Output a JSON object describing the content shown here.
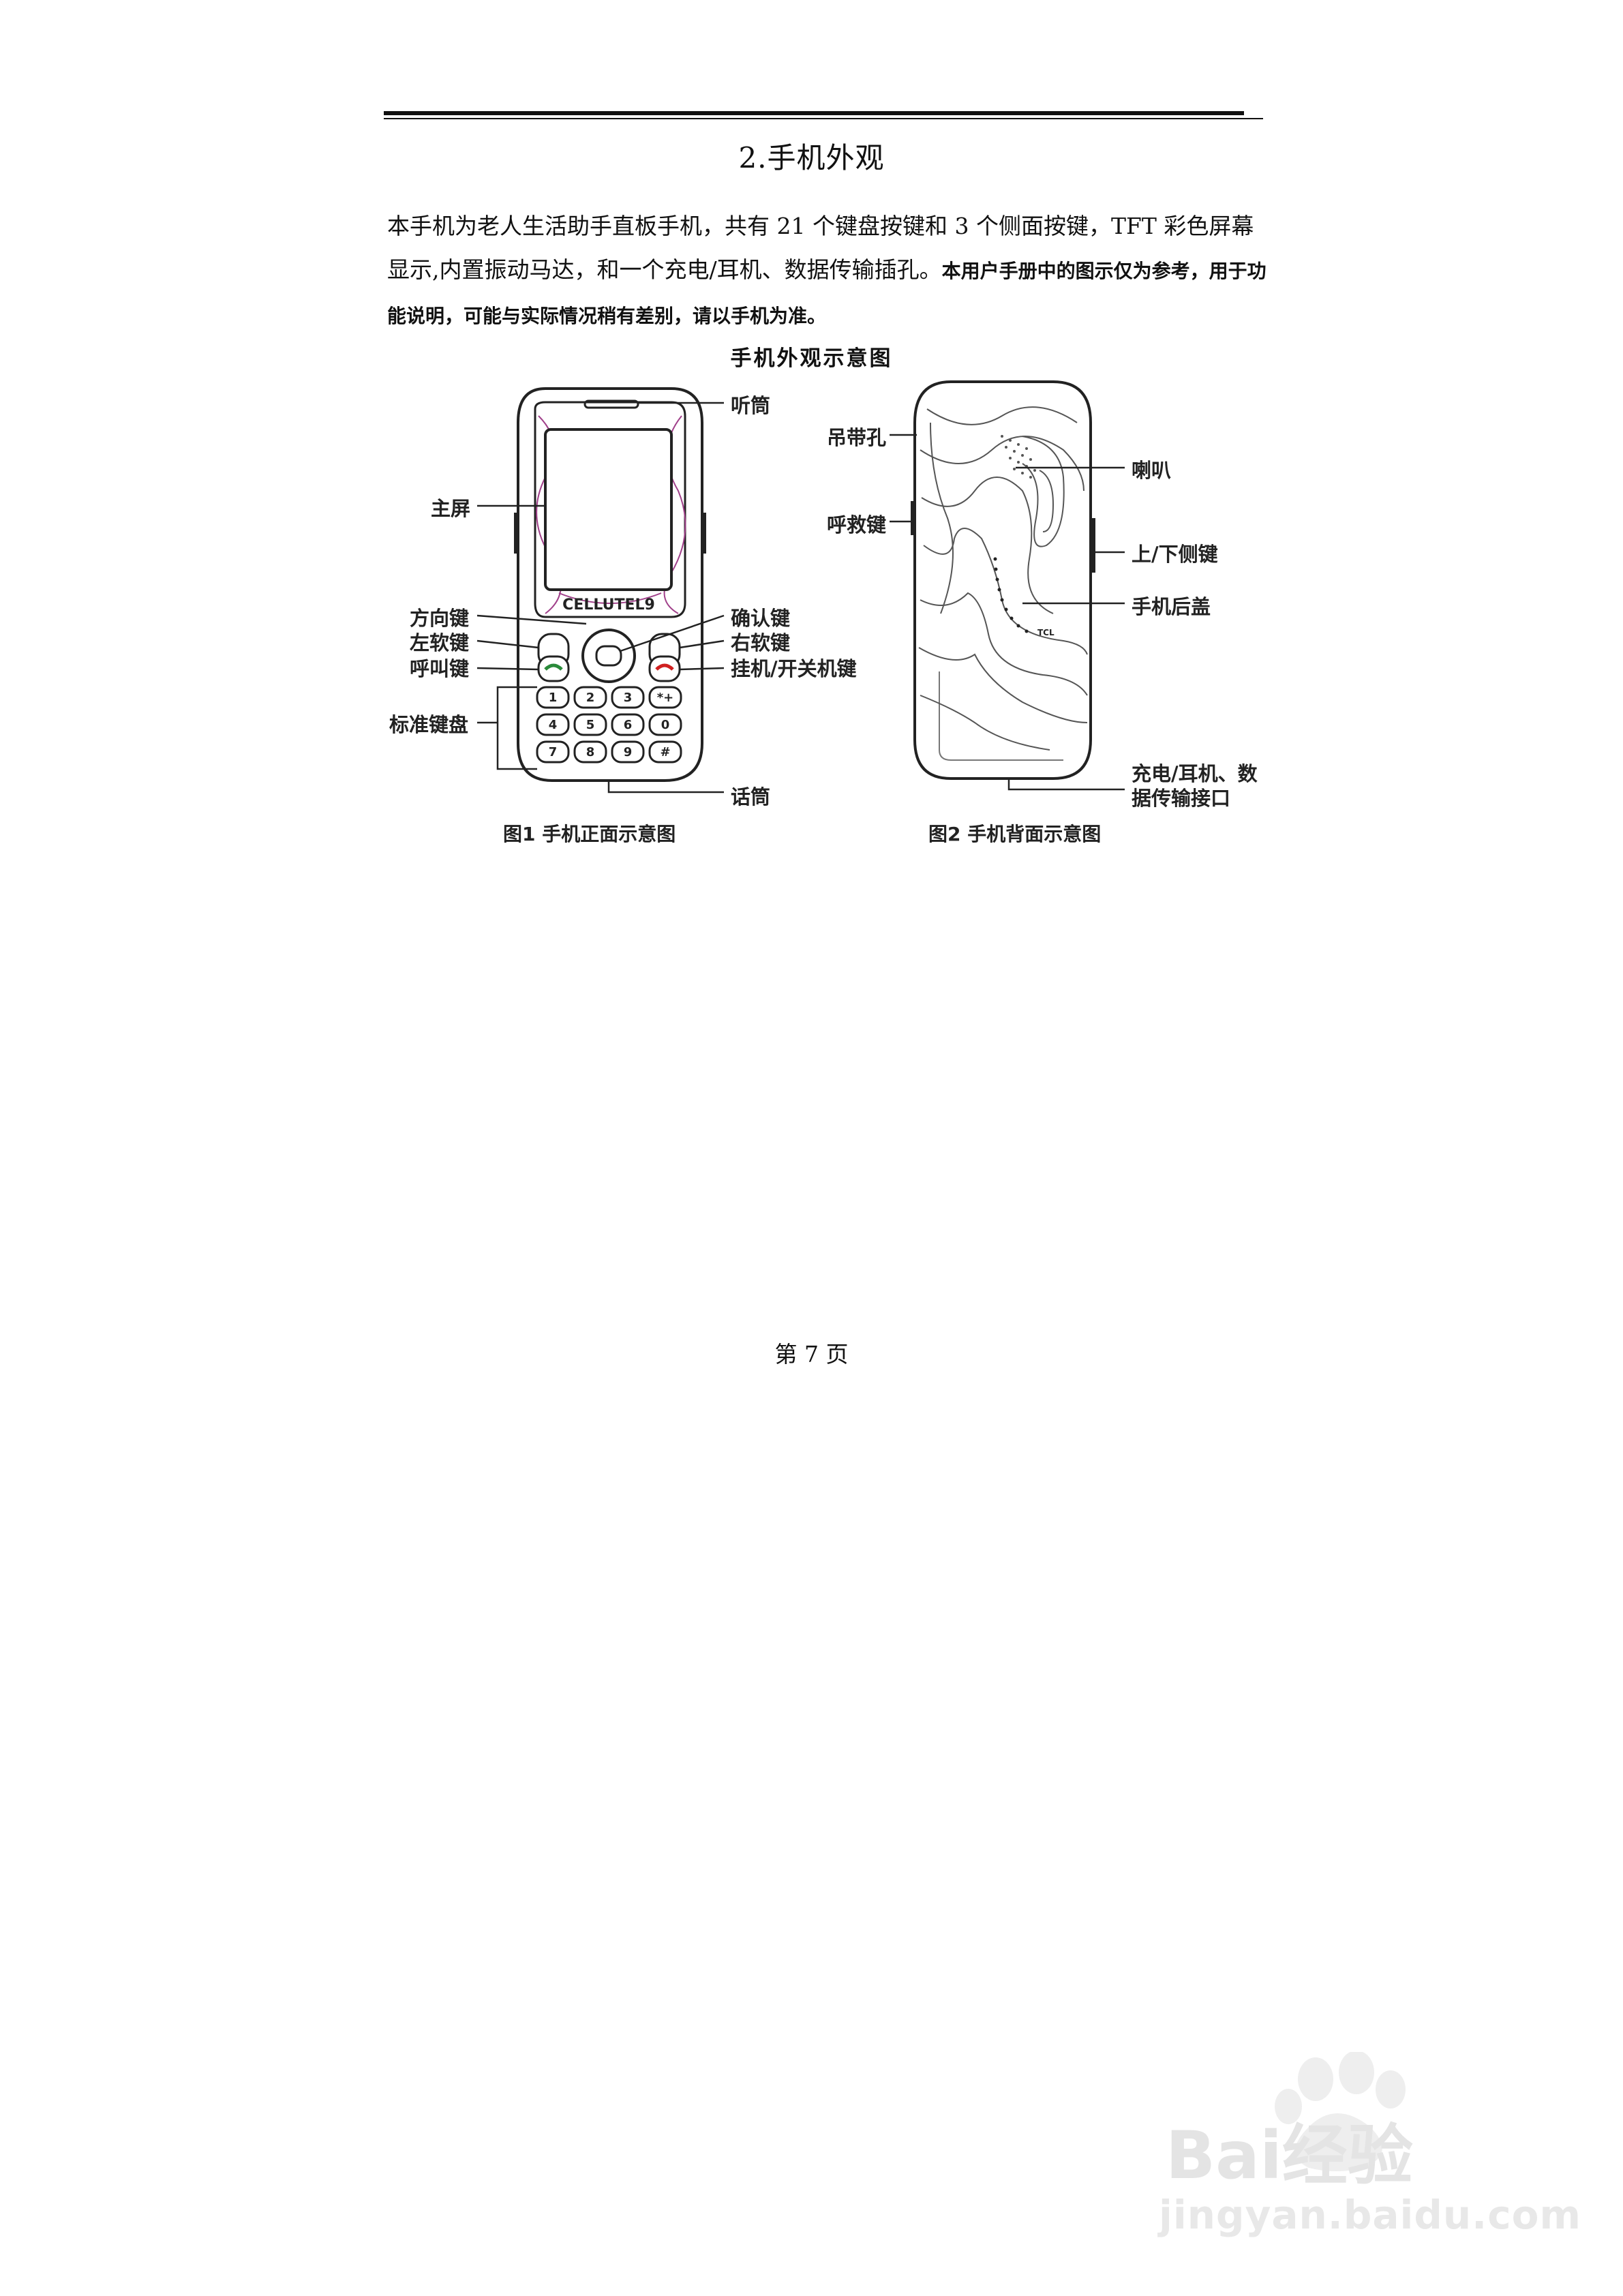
{
  "section_title": "2.手机外观",
  "intro": {
    "normal": "本手机为老人生活助手直板手机，共有 21 个键盘按键和 3 个侧面按键，TFT 彩色屏幕显示,内置振动马达，和一个充电/耳机、数据传输插孔。",
    "bold": "本用户手册中的图示仅为参考，用于功能说明，可能与实际情况稍有差别，请以手机为准。"
  },
  "figure_title": "手机外观示意图",
  "front_labels": {
    "earpiece": "听筒",
    "main_screen": "主屏",
    "direction_key": "方向键",
    "confirm_key": "确认键",
    "left_soft_key": "左软键",
    "right_soft_key": "右软键",
    "call_key": "呼叫键",
    "end_power_key": "挂机/开关机键",
    "keypad": "标准键盘",
    "microphone": "话筒"
  },
  "back_labels": {
    "strap_hole": "吊带孔",
    "speaker": "喇叭",
    "sos_key": "呼救键",
    "side_keys": "上/下侧键",
    "back_cover": "手机后盖",
    "port_line1": "充电/耳机、数",
    "port_line2": "据传输接口"
  },
  "phone_brand": "CELLUTEL9",
  "back_brand": "TCL",
  "keypad_keys": [
    "1",
    "2",
    "3",
    "*+",
    "4",
    "5",
    "6",
    "0",
    "7",
    "8",
    "9",
    "#"
  ],
  "caption_front": "图1 手机正面示意图",
  "caption_back": "图2 手机背面示意图",
  "page_number": "第 7 页",
  "watermark": {
    "logo": "Bai经验",
    "url": "jingyan.baidu.com"
  }
}
